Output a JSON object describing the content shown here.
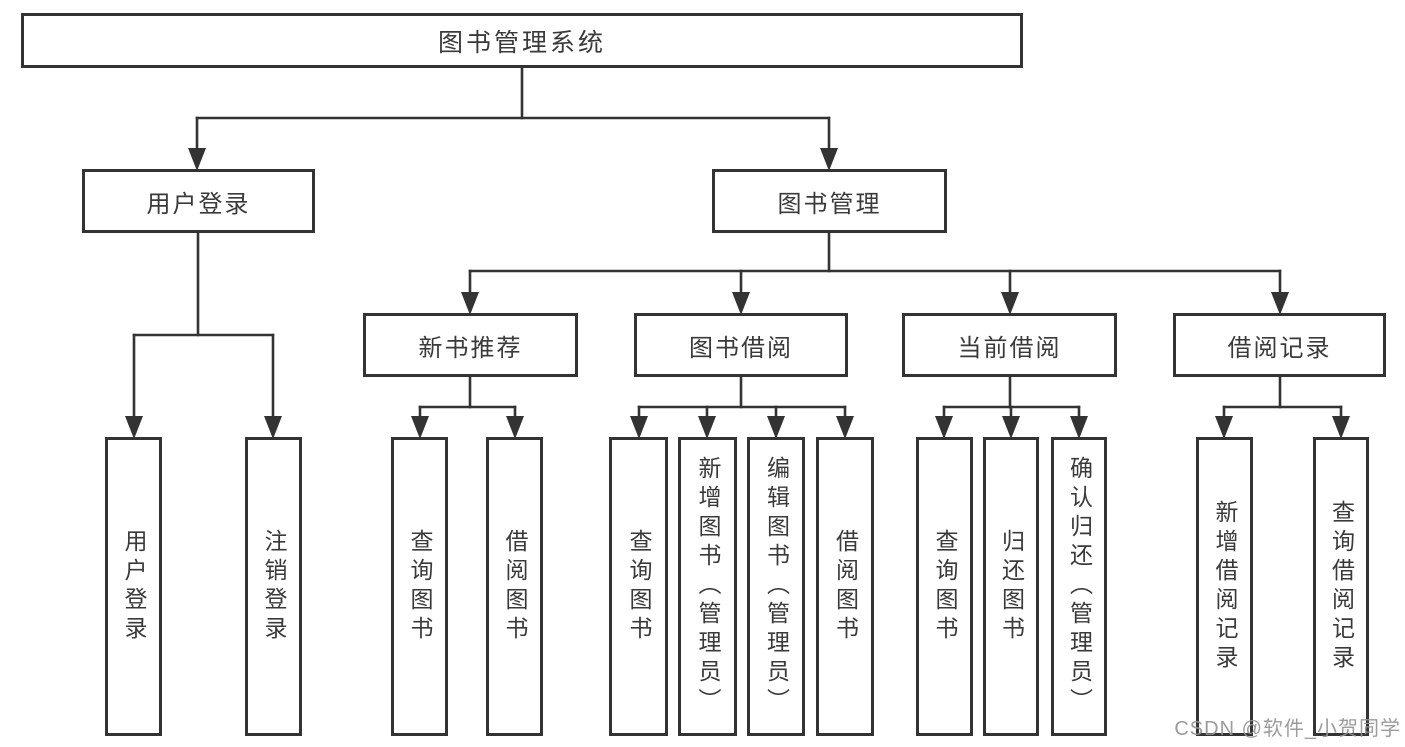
{
  "diagram_title": "图书管理系统",
  "nodes": {
    "root": {
      "label": "图书管理系统"
    },
    "level2": [
      {
        "label": "用户登录"
      },
      {
        "label": "图书管理"
      }
    ],
    "level3": [
      {
        "label": "新书推荐"
      },
      {
        "label": "图书借阅"
      },
      {
        "label": "当前借阅"
      },
      {
        "label": "借阅记录"
      }
    ],
    "leaves": [
      {
        "label": "用户登录"
      },
      {
        "label": "注销登录"
      },
      {
        "label": "查询图书"
      },
      {
        "label": "借阅图书"
      },
      {
        "label": "查询图书"
      },
      {
        "label": "新增图书（管理员）"
      },
      {
        "label": "编辑图书（管理员）"
      },
      {
        "label": "借阅图书"
      },
      {
        "label": "查询图书"
      },
      {
        "label": "归还图书"
      },
      {
        "label": "确认归还（管理员）"
      },
      {
        "label": "新增借阅记录"
      },
      {
        "label": "查询借阅记录"
      }
    ]
  },
  "watermark": "CSDN @软件_小贺同学",
  "colors": {
    "line": "#333333",
    "box_border": "#333333",
    "text": "#3a3a3a",
    "watermark": "#949494",
    "background": "#ffffff"
  }
}
